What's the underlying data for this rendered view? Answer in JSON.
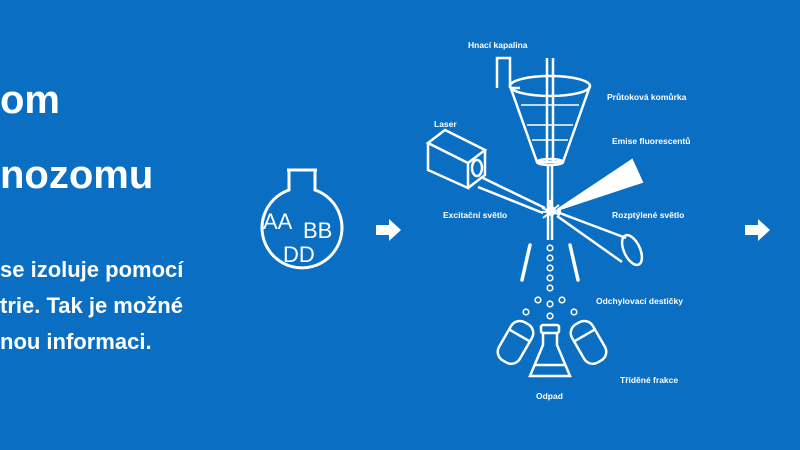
{
  "slide": {
    "title_line1": "om",
    "title_line2": "nozomu",
    "body_line1": "se izoluje pomocí",
    "body_line2": "trie. Tak je možné",
    "body_line3": "nou informaci."
  },
  "flask": {
    "text_aa": "AA",
    "text_bb": "BB",
    "text_dd": "DD"
  },
  "diagram": {
    "labels": {
      "driving_fluid": "Hnací kapalina",
      "flow_cell": "Průtoková komůrka",
      "laser": "Laser",
      "fluorescence": "Emise fluorescentů",
      "excitation": "Excitační světlo",
      "scatter": "Rozptýlené světlo",
      "plates": "Odchylovací destičky",
      "sorted": "Tříděné frakce",
      "waste": "Odpad"
    }
  },
  "arrows": {
    "count": 2
  },
  "colors": {
    "background": "#0a6fc2",
    "foreground": "#ffffff"
  }
}
